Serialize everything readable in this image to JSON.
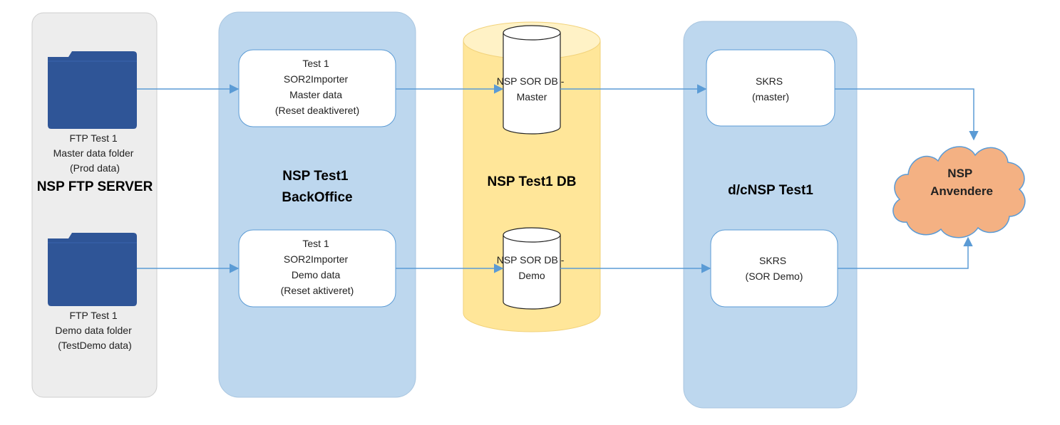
{
  "ftp_server": {
    "title": "NSP FTP SERVER",
    "master_folder": [
      "FTP Test 1",
      "Master data folder",
      "(Prod data)"
    ],
    "demo_folder": [
      "FTP Test 1",
      "Demo data folder",
      "(TestDemo data)"
    ]
  },
  "backoffice": {
    "title": [
      "NSP Test1",
      "BackOffice"
    ],
    "master_importer": [
      "Test 1",
      "SOR2Importer",
      "Master data",
      "(Reset deaktiveret)"
    ],
    "demo_importer": [
      "Test 1",
      "SOR2Importer",
      "Demo data",
      "(Reset aktiveret)"
    ]
  },
  "database": {
    "title": "NSP Test1 DB",
    "master_db": [
      "NSP SOR DB -",
      "Master"
    ],
    "demo_db": [
      "NSP SOR DB -",
      "Demo"
    ]
  },
  "dcnsp": {
    "title": "d/cNSP Test1",
    "skrs_master": [
      "SKRS",
      "(master)"
    ],
    "skrs_demo": [
      "SKRS",
      "(SOR Demo)"
    ]
  },
  "consumers": {
    "label": [
      "NSP",
      "Anvendere"
    ]
  },
  "colors": {
    "ftp_panel": "#ededed",
    "blue_panel": "#bdd7ee",
    "db_cylinder": "#ffe699",
    "folder": "#2f5597",
    "cloud": "#f4b183",
    "connector": "#5b9bd5"
  }
}
